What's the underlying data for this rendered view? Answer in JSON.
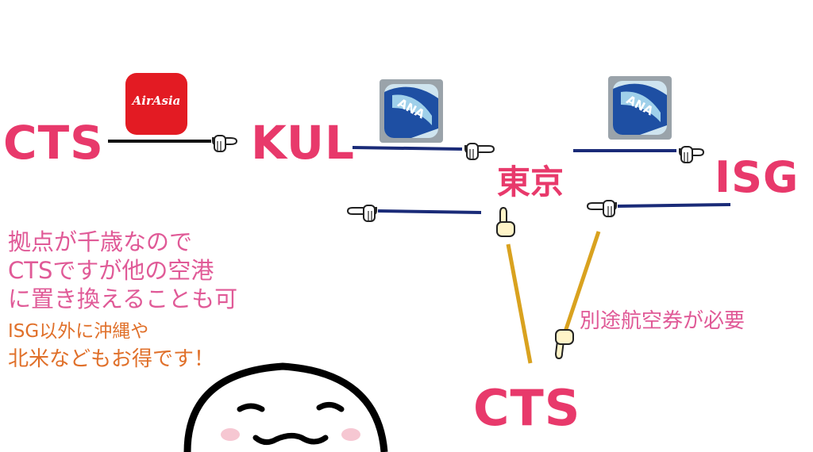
{
  "colors": {
    "accent_pink": "#e8396b",
    "note_pink": "#e05a97",
    "note_orange": "#e0702a",
    "route_navy": "#1a2b78",
    "route_black": "#111111",
    "route_gold": "#d9a21f",
    "airasia_red": "#e31b23",
    "ana_blue": "#1e4fa3"
  },
  "airports": {
    "origin": "CTS",
    "hub": "KUL",
    "tokyo": "東京",
    "isg": "ISG",
    "return": "CTS"
  },
  "logos": {
    "airasia": "AirAsia",
    "ana1": "ANA",
    "ana2": "ANA"
  },
  "notes": {
    "line1": "拠点が千歳なので",
    "line2": "CTSですが他の空港",
    "line3": "に置き換えることも可",
    "line4": "ISG以外に沖縄や",
    "line5": "北米などもお得です！",
    "separate_ticket": "別途航空券が必要"
  },
  "icons": [
    "pointing-hand-icon",
    "airasia-logo-icon",
    "ana-logo-icon",
    "mascot-icon"
  ]
}
